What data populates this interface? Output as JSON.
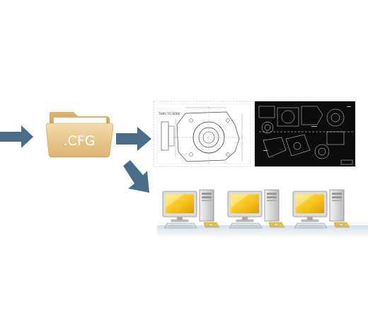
{
  "folder": {
    "label": ".CFG",
    "icon": "folder-icon"
  },
  "drawings": {
    "light_sheet_caption": "THRU TO BORE",
    "light_icon": "cad-drawing-white-icon",
    "dark_icon": "cad-drawing-black-icon"
  },
  "computers": {
    "count": 3,
    "icon": "desktop-computer-icon"
  },
  "colors": {
    "arrow": "#4a6e88",
    "folder_body": "#e8c98c",
    "folder_tab": "#d7ae63",
    "screen": "#f6c31a",
    "tower": "#d6d6d6"
  }
}
